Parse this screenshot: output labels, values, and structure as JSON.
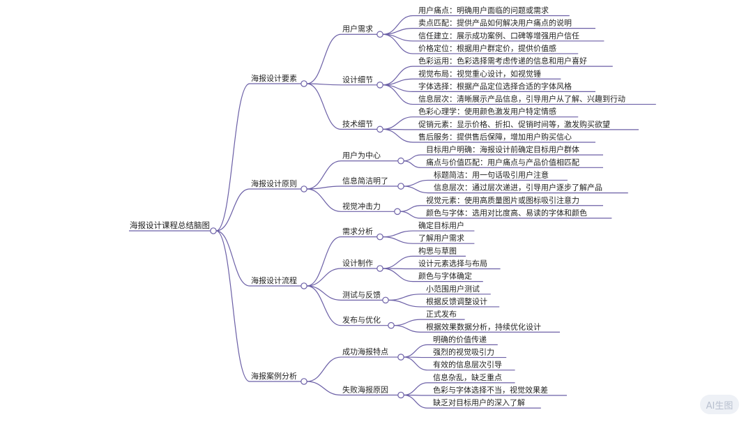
{
  "title": "海报设计课程总结脑图",
  "branches": [
    {
      "label": "海报设计要素",
      "groups": [
        {
          "label": "用户需求",
          "items": [
            "用户痛点：明确用户面临的问题或需求",
            "卖点匹配：提供产品如何解决用户痛点的说明",
            "信任建立：展示成功案例、口碑等增强用户信任",
            "价格定位：根据用户群定价，提供价值感"
          ]
        },
        {
          "label": "设计细节",
          "items": [
            "色彩运用：色彩选择需考虑传递的信息和用户喜好",
            "视觉布局：视觉重心设计，如视觉锤",
            "字体选择：根据产品定位选择合适的字体风格",
            "信息层次：清晰展示产品信息，引导用户从了解、兴趣到行动"
          ]
        },
        {
          "label": "技术细节",
          "items": [
            "色彩心理学：使用颜色激发用户特定情感",
            "促销元素：显示价格、折扣、促销时间等，激发购买欲望",
            "售后服务：提供售后保障，增加用户购买信心"
          ]
        }
      ]
    },
    {
      "label": "海报设计原则",
      "groups": [
        {
          "label": "用户为中心",
          "items": [
            "目标用户明确：海报设计前确定目标用户群体",
            "痛点与价值匹配：用户痛点与产品价值相匹配"
          ]
        },
        {
          "label": "信息简洁明了",
          "items": [
            "标题简洁：用一句话吸引用户注意",
            "信息层次：通过层次递进，引导用户逐步了解产品"
          ]
        },
        {
          "label": "视觉冲击力",
          "items": [
            "视觉元素：使用高质量图片或图标吸引注意力",
            "颜色与字体：选用对比度高、易读的字体和颜色"
          ]
        }
      ]
    },
    {
      "label": "海报设计流程",
      "groups": [
        {
          "label": "需求分析",
          "items": [
            "确定目标用户",
            "了解用户需求"
          ]
        },
        {
          "label": "设计制作",
          "items": [
            "构思与草图",
            "设计元素选择与布局",
            "颜色与字体确定"
          ]
        },
        {
          "label": "测试与反馈",
          "items": [
            "小范围用户测试",
            "根据反馈调整设计"
          ]
        },
        {
          "label": "发布与优化",
          "items": [
            "正式发布",
            "根据效果数据分析，持续优化设计"
          ]
        }
      ]
    },
    {
      "label": "海报案例分析",
      "groups": [
        {
          "label": "成功海报特点",
          "items": [
            "明确的价值传递",
            "强烈的视觉吸引力",
            "有效的信息层次引导"
          ]
        },
        {
          "label": "失败海报原因",
          "items": [
            "信息杂乱，缺乏重点",
            "色彩与字体选择不当，视觉效果差",
            "缺乏对目标用户的深入了解"
          ]
        }
      ]
    }
  ],
  "watermark": "AI生图",
  "colors": {
    "line": "#6b5fa6",
    "text": "#222222",
    "node_fill": "#ffffff"
  }
}
